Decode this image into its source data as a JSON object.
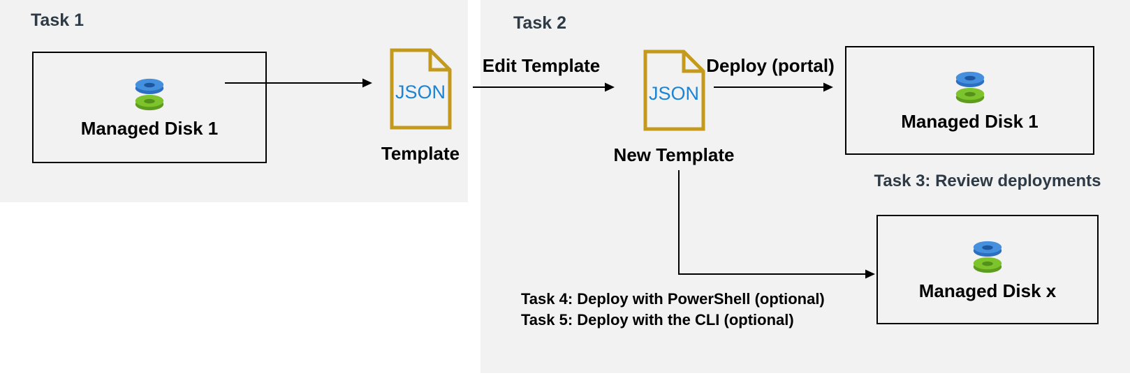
{
  "diagram": {
    "title_task1": "Task 1",
    "title_task2": "Task 2",
    "title_task3": "Task 3: Review deployments",
    "title_task4": "Task 4: Deploy with PowerShell (optional)",
    "title_task5": "Task 5: Deploy with the CLI (optional)",
    "source_disk_label": "Managed Disk 1",
    "template_icon_text": "JSON",
    "template_label": "Template",
    "edit_arrow_label": "Edit Template",
    "new_template_icon_text": "JSON",
    "new_template_label": "New Template",
    "deploy_arrow_label": "Deploy (portal)",
    "deployed_disk_label": "Managed Disk 1",
    "disk_x_label": "Managed Disk x",
    "colors": {
      "panel_background": "#f2f2f2",
      "task_title_text": "#2e3a45",
      "label_text": "#000000",
      "arrow": "#000000",
      "box_border": "#000000",
      "json_file_outline": "#c49a1d",
      "json_file_text": "#1b84d6",
      "disk_blue_top": "#4590de",
      "disk_blue_rim": "#2c6fc0",
      "disk_blue_hole": "#1c579f",
      "disk_green_top": "#7dc32b",
      "disk_green_rim": "#5e9c1e",
      "disk_green_hole": "#55901b"
    }
  }
}
